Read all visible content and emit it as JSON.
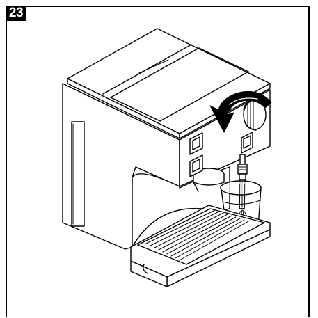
{
  "step": {
    "number": "23"
  },
  "illustration": {
    "subject": "espresso-machine-steam-wand-with-glass",
    "rotation_arrow_direction": "counter-clockwise",
    "colors": {
      "line": "#000000",
      "fill": "#ffffff",
      "arrow": "#000000"
    }
  }
}
